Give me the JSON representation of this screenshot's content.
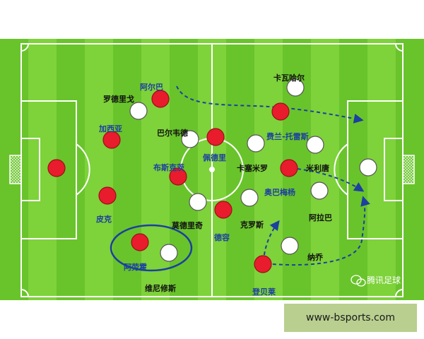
{
  "pitch": {
    "grass_light": "#7ed23a",
    "grass_dark": "#69c42b",
    "line_color": "#ffffff"
  },
  "team_colors": {
    "red": "#e81c2c",
    "white": "#ffffff",
    "blue_label": "#1c3fa0",
    "black_label": "#111111",
    "arrow": "#1c3fa0"
  },
  "players": [
    {
      "name": "阿尔巴",
      "team": "red"
    },
    {
      "name": "罗德里戈",
      "team": "white"
    },
    {
      "name": "加西亚",
      "team": "red"
    },
    {
      "name": "巴尔韦德",
      "team": "white"
    },
    {
      "name": "佩德里",
      "team": "red"
    },
    {
      "name": "布斯克茨",
      "team": "red"
    },
    {
      "name": "卡塞米罗",
      "team": "white"
    },
    {
      "name": "莫德里奇",
      "team": "white"
    },
    {
      "name": "德容",
      "team": "red"
    },
    {
      "name": "克罗斯",
      "team": "white"
    },
    {
      "name": "卡瓦哈尔",
      "team": "white"
    },
    {
      "name": "费兰-托雷斯",
      "team": "red"
    },
    {
      "name": "米利唐",
      "team": "white"
    },
    {
      "name": "奥巴梅杨",
      "team": "red"
    },
    {
      "name": "阿拉巴",
      "team": "white"
    },
    {
      "name": "皮克",
      "team": "red"
    },
    {
      "name": "阿劳霍",
      "team": "red"
    },
    {
      "name": "维尼修斯",
      "team": "white"
    },
    {
      "name": "纳乔",
      "team": "white"
    },
    {
      "name": "登贝莱",
      "team": "red"
    }
  ],
  "unlabeled_players": [
    {
      "team": "red",
      "role": "goalkeeper"
    },
    {
      "team": "white",
      "role": "goalkeeper"
    }
  ],
  "watermark": {
    "text": "腾讯足球"
  },
  "banner": {
    "text": "www-bsports.com",
    "background": "#b9cf8f"
  }
}
